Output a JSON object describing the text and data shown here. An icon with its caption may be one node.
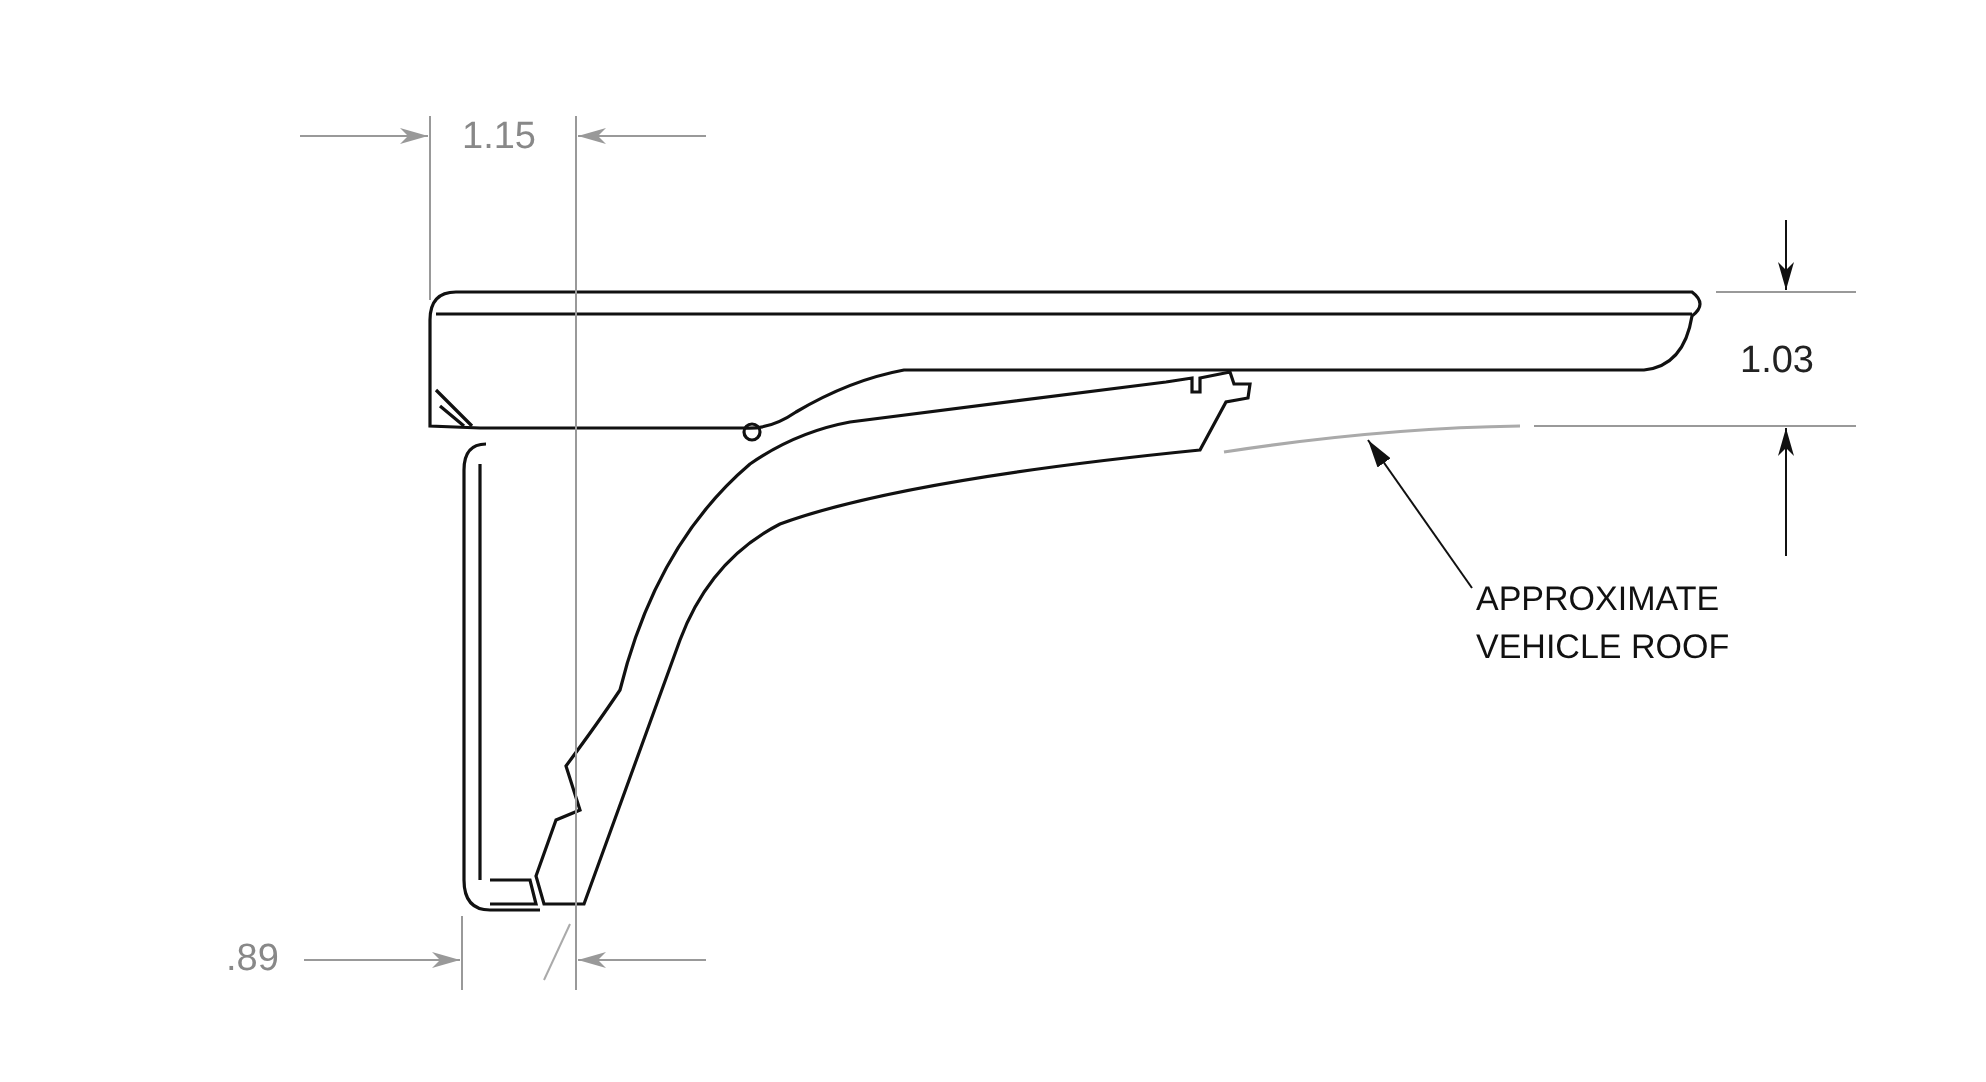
{
  "diagram": {
    "nodes": [
      {
        "text": [
          "APPROXIMATE VEHICLE ROOF"
        ]
      },
      {
        "text": [],
        "shape": "line"
      }
    ],
    "edges": [
      {
        "from": 0,
        "to": 1,
        "arrow": "to"
      }
    ],
    "labels": [
      "1.15",
      "1.03",
      ".89"
    ]
  }
}
